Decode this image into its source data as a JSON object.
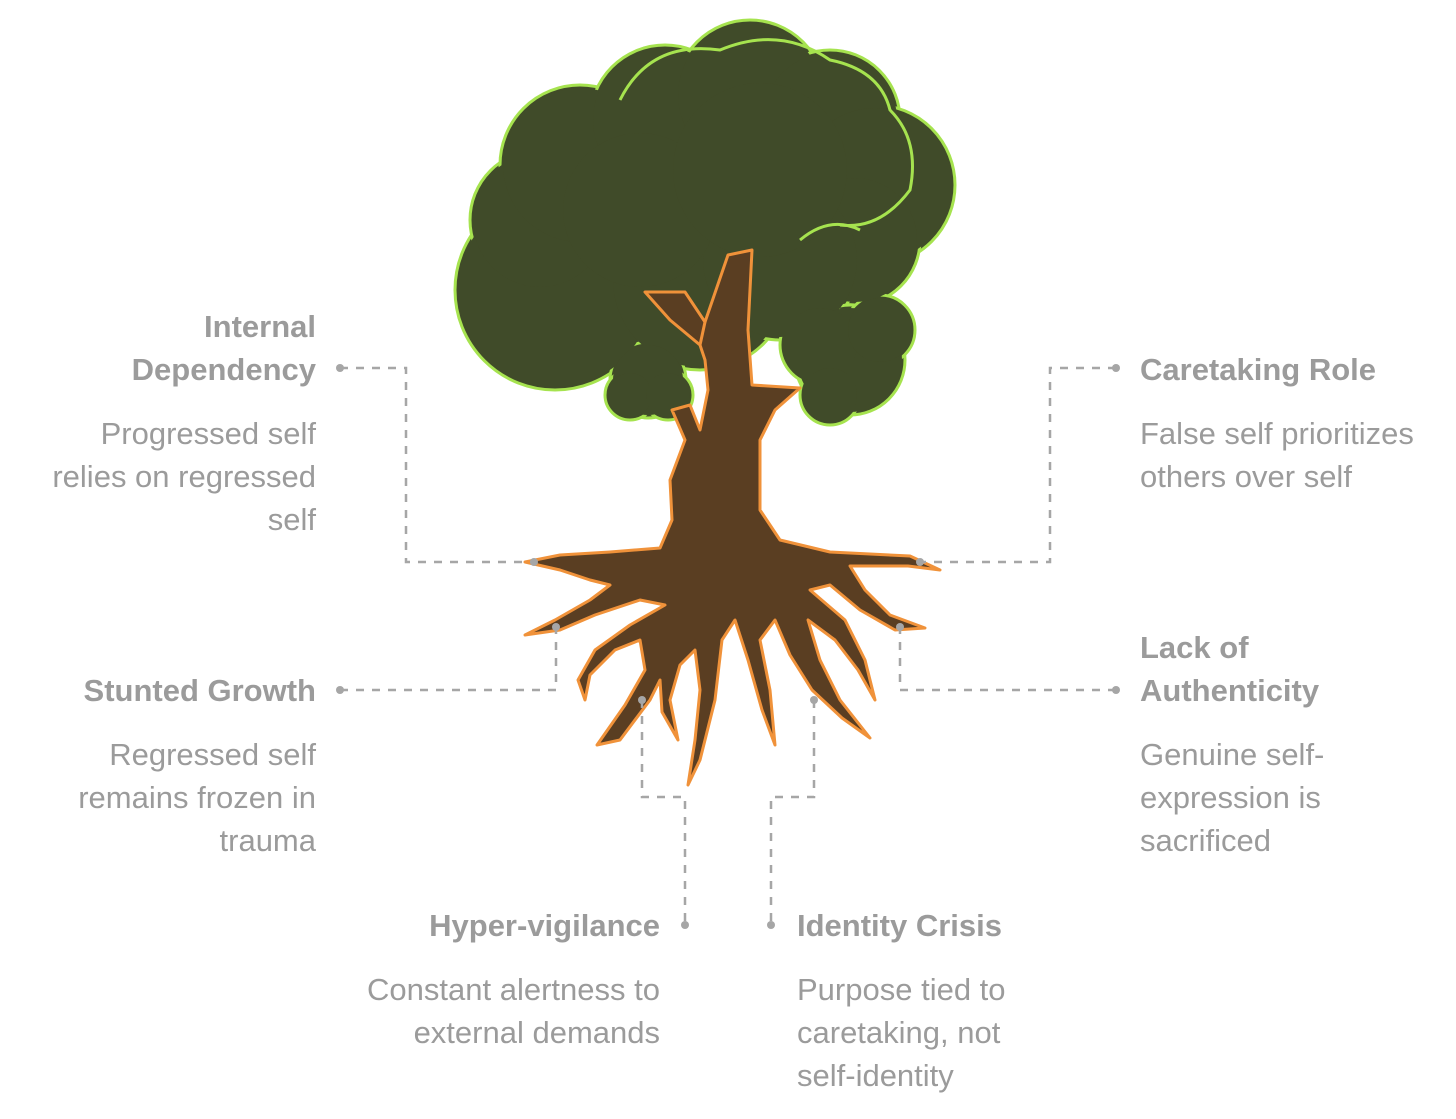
{
  "labels": {
    "internal_dependency": {
      "title": "Internal Dependency",
      "description": "Progressed self relies on regressed self"
    },
    "caretaking_role": {
      "title": "Caretaking Role",
      "description": "False self prioritizes others over self"
    },
    "stunted_growth": {
      "title": "Stunted Growth",
      "description": "Regressed self remains frozen in trauma"
    },
    "lack_of_authenticity": {
      "title": "Lack of Authenticity",
      "description": "Genuine self-expression is sacrificed"
    },
    "hyper_vigilance": {
      "title": "Hyper-vigilance",
      "description": "Constant alertness to external demands"
    },
    "identity_crisis": {
      "title": "Identity Crisis",
      "description": "Purpose tied to caretaking, not self-identity"
    }
  },
  "colors": {
    "foliage": "#404b29",
    "foliage_outline": "#a6e34f",
    "trunk": "#5a3e22",
    "trunk_outline": "#f0923a",
    "text": "#9b9b9b",
    "connector": "#a6a6a6"
  }
}
